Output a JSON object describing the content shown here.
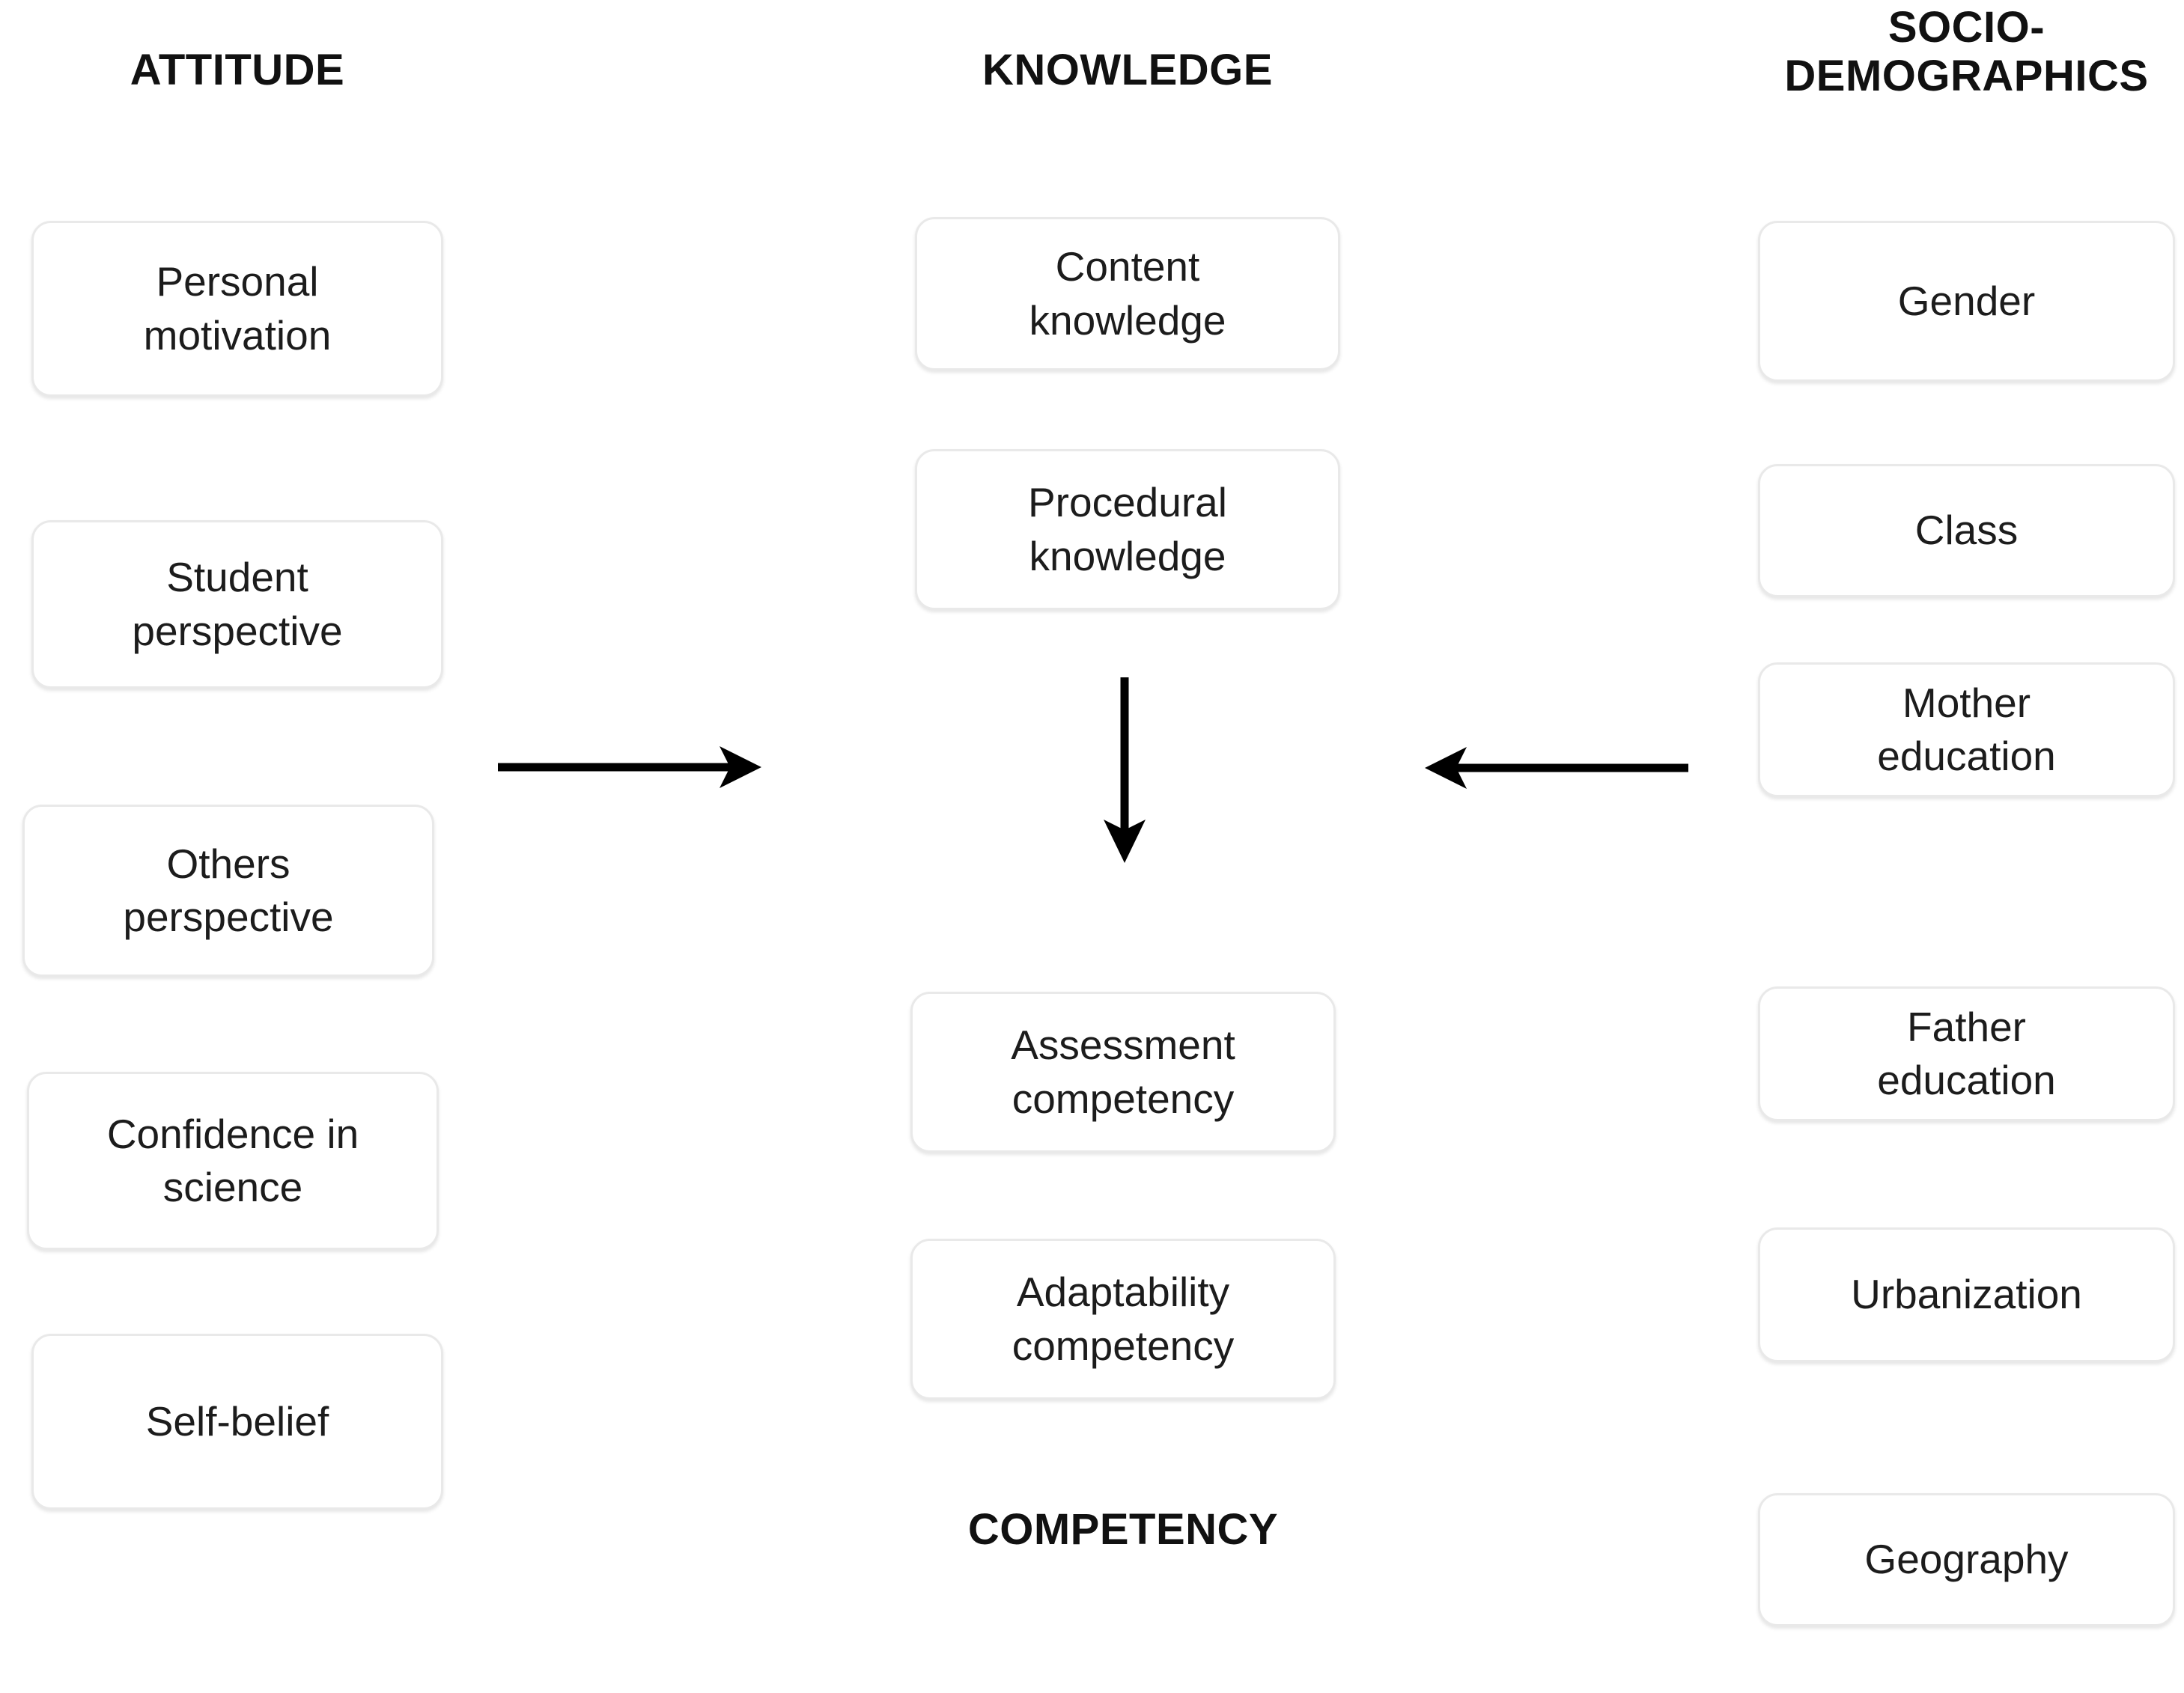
{
  "diagram": {
    "title_columns": [
      {
        "id": "attitude",
        "label": "ATTITUDE"
      },
      {
        "id": "knowledge",
        "label": "KNOWLEDGE"
      },
      {
        "id": "socio",
        "label": "SOCIO-\nDEMOGRAPHICS"
      }
    ],
    "bottom_labels": [
      {
        "id": "competency",
        "label": "COMPETENCY"
      }
    ],
    "attitude_nodes": [
      {
        "label": "Personal\nmotivation"
      },
      {
        "label": "Student\nperspective"
      },
      {
        "label": "Others\nperspective"
      },
      {
        "label": "Confidence in\nscience"
      },
      {
        "label": "Self-belief"
      }
    ],
    "knowledge_nodes": [
      {
        "label": "Content\nknowledge"
      },
      {
        "label": "Procedural\nknowledge"
      }
    ],
    "competency_nodes": [
      {
        "label": "Assessment\ncompetency"
      },
      {
        "label": "Adaptability\ncompetency"
      }
    ],
    "socio_nodes": [
      {
        "label": "Gender"
      },
      {
        "label": "Class"
      },
      {
        "label": "Mother\neducation"
      },
      {
        "label": "Father\neducation"
      },
      {
        "label": "Urbanization"
      },
      {
        "label": "Geography"
      }
    ],
    "arrows": [
      {
        "id": "attitude-to-knowledge",
        "direction": "right"
      },
      {
        "id": "knowledge-to-competency",
        "direction": "down"
      },
      {
        "id": "socio-to-knowledge",
        "direction": "left"
      }
    ],
    "colors": {
      "box_border": "#e9e9e9",
      "box_fill": "#ffffff",
      "text": "#1c1c1c",
      "arrow": "#000000",
      "background": "#ffffff"
    }
  }
}
